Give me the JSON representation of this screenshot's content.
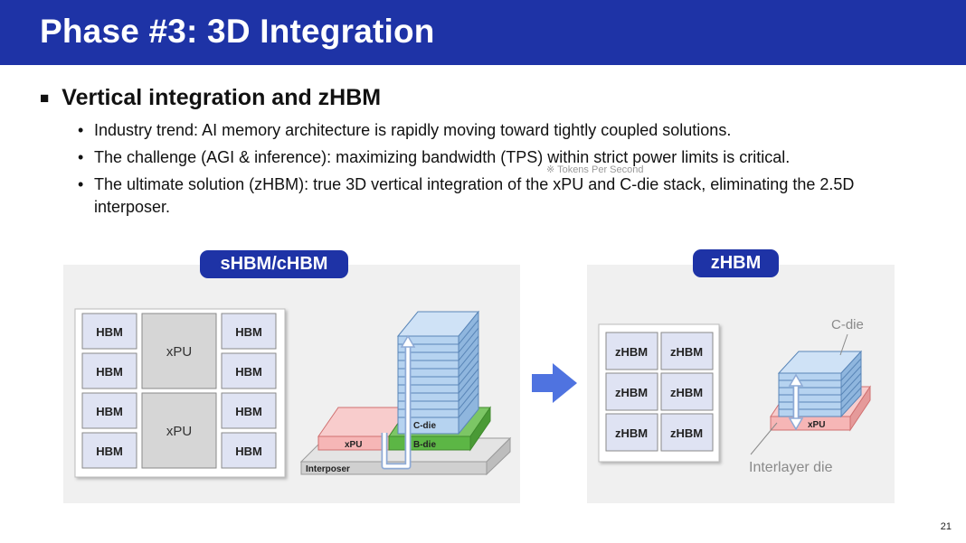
{
  "title": "Phase #3: 3D Integration",
  "section": {
    "marker": "■",
    "heading": "Vertical integration and zHBM"
  },
  "bullets": [
    "Industry trend: AI memory architecture is rapidly moving toward tightly coupled solutions.",
    "The challenge (AGI & inference): maximizing bandwidth (TPS) within strict power limits is critical.",
    "The ultimate solution (zHBM): true 3D vertical integration of the xPU and C-die stack, eliminating the 2.5D interposer."
  ],
  "bullet_marker": "•",
  "footnote": "※ Tokens Per Second",
  "left_panel": {
    "label": "sHBM/cHBM",
    "hbm_label": "HBM",
    "xpu_label": "xPU",
    "stack_labels": {
      "cdie": "C-die",
      "xpu": "xPU",
      "bdie": "B-die",
      "interposer": "Interposer"
    }
  },
  "right_panel": {
    "label": "zHBM",
    "zhbm_label": "zHBM",
    "stack_labels": {
      "cdie": "C-die",
      "xpu": "xPU",
      "interlayer": "Interlayer die"
    }
  },
  "page_number": "21",
  "colors": {
    "brand_blue": "#1e33a6",
    "hbm_fill": "#dfe3f3",
    "stack_blue": "#b6d3f0",
    "xpu_red": "#f6b6b6",
    "bdie_green": "#5cb645",
    "arrow_blue": "#4f73e0"
  }
}
